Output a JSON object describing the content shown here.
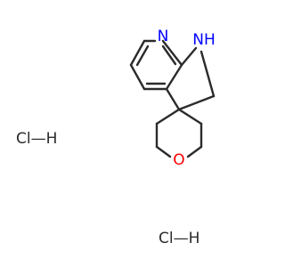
{
  "molecule": {
    "atoms": {
      "pyridine_n": "N",
      "amine_nh": "NH",
      "ether_o": "O"
    },
    "salts": [
      "Cl—H",
      "Cl—H"
    ]
  },
  "colors": {
    "bond": "#2b2b2b",
    "nitrogen": "#0000ff",
    "oxygen": "#ff0000",
    "salt": "#2b2b2b"
  }
}
